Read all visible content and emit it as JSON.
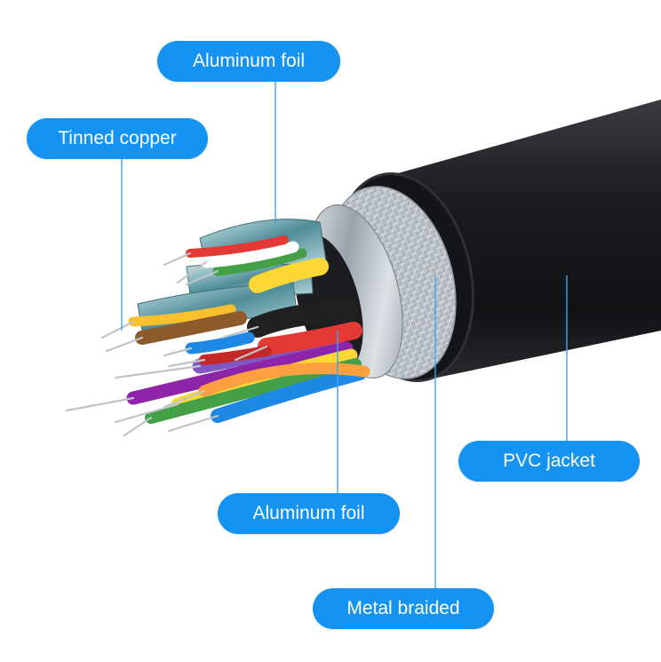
{
  "colors": {
    "label_bg": "#1493f2",
    "leader_line": "#3fa3f0",
    "jacket": "#1a1b1f",
    "foil": "#b9c3cc",
    "braid": "#c7cdd2"
  },
  "labels": {
    "aluminum_foil_top": "Aluminum foil",
    "tinned_copper": "Tinned copper",
    "pvc_jacket": "PVC jacket",
    "aluminum_foil_bottom": "Aluminum foil",
    "metal_braided": "Metal braided"
  },
  "wire_colors": [
    "#e53935",
    "#ffffff",
    "#43a047",
    "#fdd835",
    "#8e24aa",
    "#1e88e5",
    "#fb8c00",
    "#8d5a2b",
    "#212121",
    "#c62828",
    "#fbc02d"
  ]
}
